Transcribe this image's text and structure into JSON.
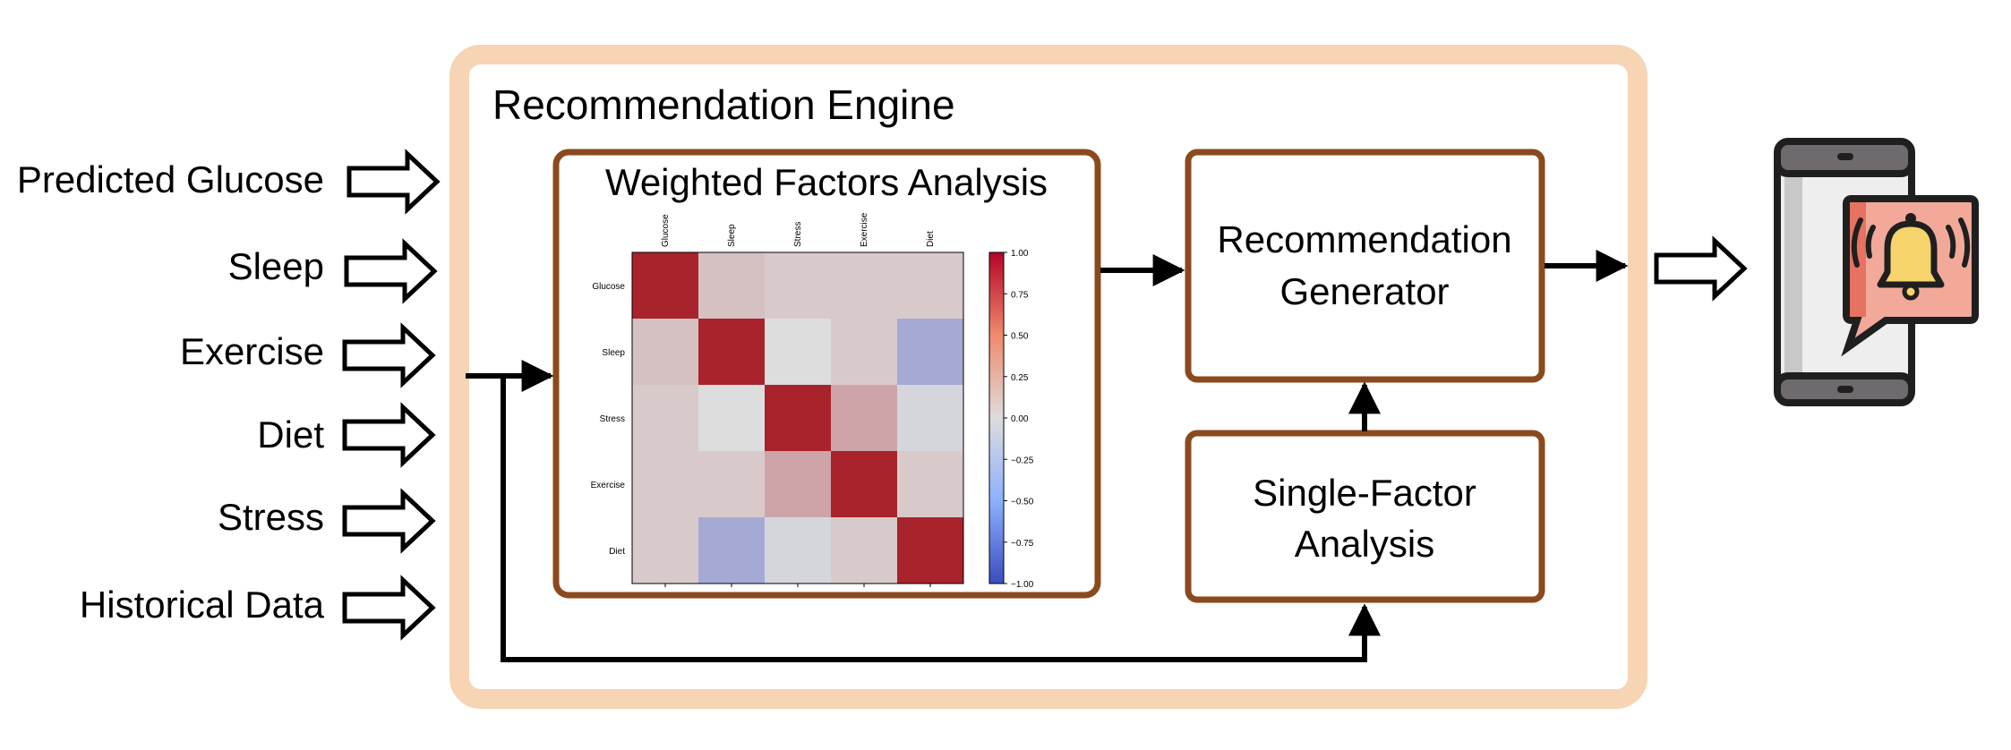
{
  "inputs": [
    {
      "label": "Predicted Glucose"
    },
    {
      "label": "Sleep"
    },
    {
      "label": "Exercise"
    },
    {
      "label": "Diet"
    },
    {
      "label": "Stress"
    },
    {
      "label": "Historical Data"
    }
  ],
  "engine": {
    "title": "Recommendation Engine",
    "weighted_title": "Weighted Factors Analysis",
    "generator_line1": "Recommendation",
    "generator_line2": "Generator",
    "single_line1": "Single-Factor",
    "single_line2": "Analysis"
  },
  "colors": {
    "engine_border": "#f6d4b4",
    "box_border": "#8b4a1e",
    "arrow": "#000000",
    "heat_pos": "#a8232b",
    "heat_neg": "#3b4cc0",
    "heat_mid": "#dddddd",
    "phone_body": "#2b2b2b",
    "phone_screen": "#ececec",
    "bubble": "#f2a99a",
    "bell": "#f6d36b"
  },
  "icons": [
    "phone-icon",
    "notification-bell-icon"
  ],
  "chart_data": {
    "type": "heatmap",
    "x_categories": [
      "Glucose",
      "Sleep",
      "Stress",
      "Exercise",
      "Diet"
    ],
    "y_categories": [
      "Glucose",
      "Sleep",
      "Stress",
      "Exercise",
      "Diet"
    ],
    "values": [
      [
        1.0,
        0.15,
        0.1,
        0.1,
        0.1
      ],
      [
        0.15,
        1.0,
        0.0,
        0.1,
        -0.35
      ],
      [
        0.1,
        0.0,
        1.0,
        0.3,
        -0.05
      ],
      [
        0.1,
        0.1,
        0.3,
        1.0,
        0.1
      ],
      [
        0.1,
        -0.35,
        -0.05,
        0.1,
        1.0
      ]
    ],
    "colorbar_ticks": [
      "1.00",
      "0.75",
      "0.50",
      "0.25",
      "0.00",
      "−0.25",
      "−0.50",
      "−0.75",
      "−1.00"
    ],
    "vlim": [
      -1,
      1
    ],
    "colormap": "coolwarm"
  }
}
